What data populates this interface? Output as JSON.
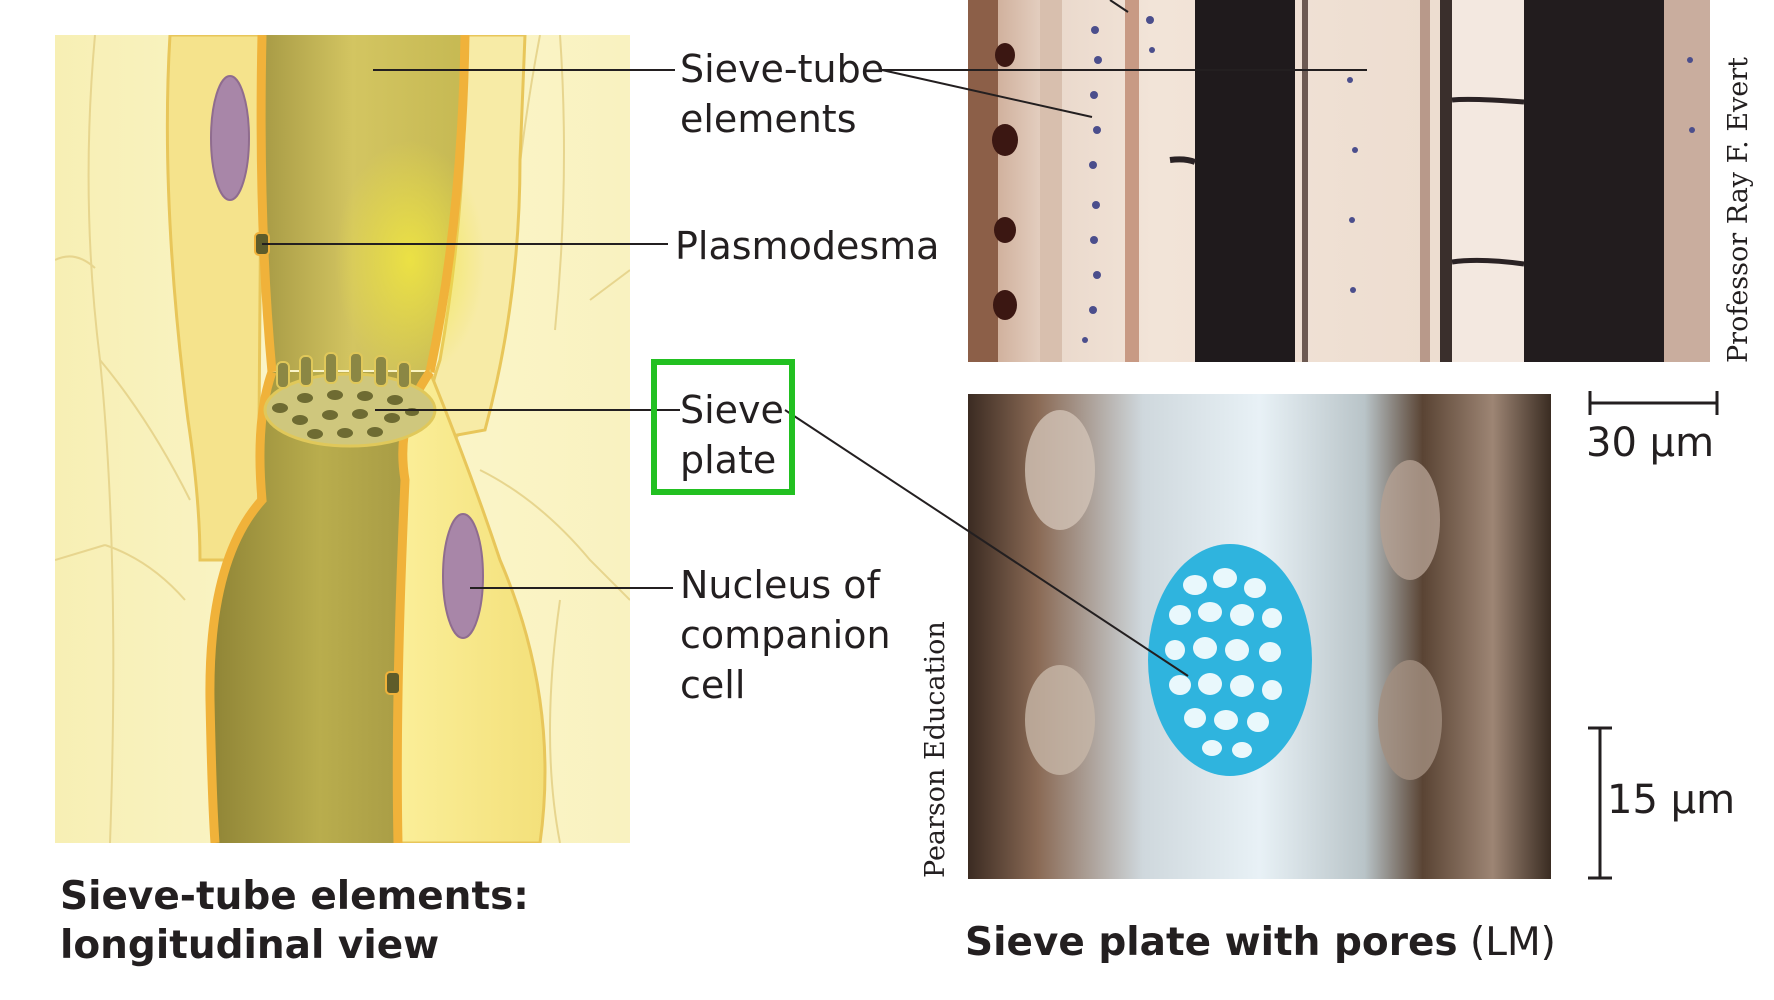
{
  "labels": {
    "sieve_tube_line1": "Sieve-tube",
    "sieve_tube_line2": "elements",
    "plasmodesma": "Plasmodesma",
    "sieve_plate_line1": "Sieve",
    "sieve_plate_line2": "plate",
    "nucleus_line1": "Nucleus of",
    "nucleus_line2": "companion",
    "nucleus_line3": "cell"
  },
  "captions": {
    "left_line1": "Sieve-tube elements:",
    "left_line2": "longitudinal view",
    "right_bold": "Sieve plate with pores",
    "right_plain": " (LM)"
  },
  "credits": {
    "top_photo": "Professor Ray F. Evert",
    "bottom_photo": "Pearson Education"
  },
  "scale_bars": {
    "top": "30 µm",
    "bottom": "15 µm"
  },
  "colors": {
    "highlight": "#22c021",
    "cell_wall": "#f0b23a",
    "stain_blue": "#2fb4de"
  }
}
